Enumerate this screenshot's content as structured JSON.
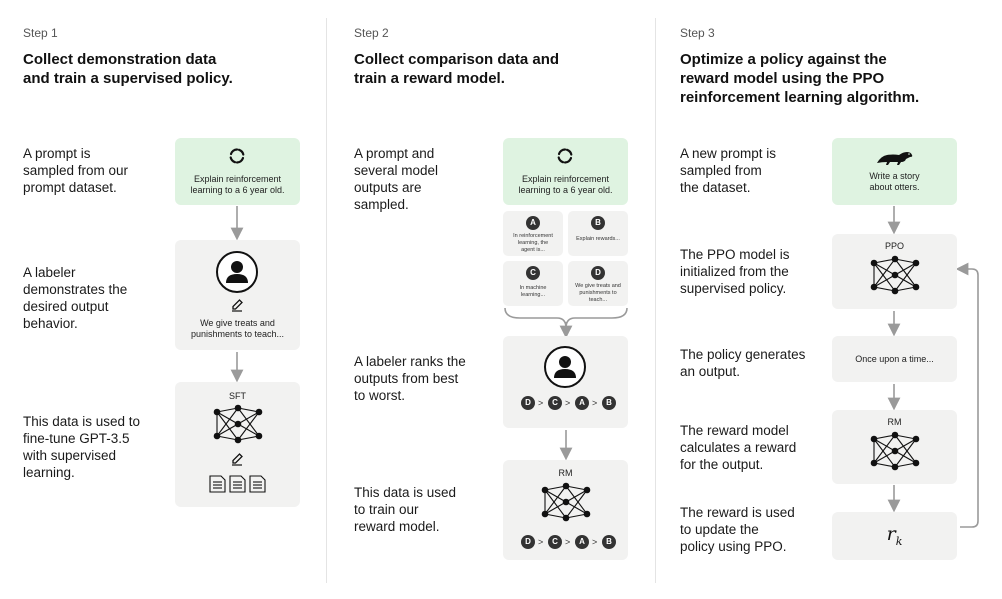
{
  "step1": {
    "label": "Step 1",
    "title_lines": [
      "Collect demonstration data",
      "and train a supervised policy."
    ],
    "desc1": [
      "A prompt is",
      "sampled from our",
      "prompt dataset."
    ],
    "desc2": [
      "A labeler",
      "demonstrates the",
      "desired output",
      "behavior."
    ],
    "desc3": [
      "This data is used to",
      "fine-tune GPT-3.5",
      "with supervised",
      "learning."
    ],
    "prompt_card": [
      "Explain reinforcement",
      "learning to a 6 year old."
    ],
    "demo_card": [
      "We give treats and",
      "punishments to teach..."
    ],
    "sft_label": "SFT"
  },
  "step2": {
    "label": "Step 2",
    "title_lines": [
      "Collect comparison data and",
      "train a reward model."
    ],
    "desc1": [
      "A prompt and",
      "several model",
      "outputs are",
      "sampled."
    ],
    "desc2": [
      "A labeler ranks the",
      "outputs from best",
      "to worst."
    ],
    "desc3": [
      "This data is used",
      "to train our",
      "reward model."
    ],
    "prompt_card": [
      "Explain reinforcement",
      "learning to a 6 year old."
    ],
    "outputs": [
      {
        "badge": "A",
        "lines": [
          "In reinforcement",
          "learning, the",
          "agent is..."
        ]
      },
      {
        "badge": "B",
        "lines": [
          "Explain rewards..."
        ]
      },
      {
        "badge": "C",
        "lines": [
          "In machine",
          "learning..."
        ]
      },
      {
        "badge": "D",
        "lines": [
          "We give treats and",
          "punishments to",
          "teach..."
        ]
      }
    ],
    "ranking": [
      "D",
      ">",
      "C",
      ">",
      "A",
      ">",
      "B"
    ],
    "rm_label": "RM"
  },
  "step3": {
    "label": "Step 3",
    "title_lines": [
      "Optimize a policy against the",
      "reward model using the PPO",
      "reinforcement learning algorithm."
    ],
    "desc1": [
      "A new prompt is",
      "sampled from",
      "the dataset."
    ],
    "desc2": [
      "The PPO model is",
      "initialized from the",
      "supervised policy."
    ],
    "desc3": [
      "The policy generates",
      "an output."
    ],
    "desc4": [
      "The reward model",
      "calculates a reward",
      "for the output."
    ],
    "desc5": [
      "The reward is used",
      "to update the",
      "policy using PPO."
    ],
    "prompt_card": [
      "Write a story",
      "about otters."
    ],
    "ppo_label": "PPO",
    "output_card": "Once upon a time...",
    "rm_label": "RM",
    "reward_symbol": "r",
    "reward_subscript": "k"
  },
  "colors": {
    "green_card": "#dff3e1",
    "grey_card": "#f2f2f1",
    "arrow": "#9a9a9a",
    "badge": "#333333"
  }
}
